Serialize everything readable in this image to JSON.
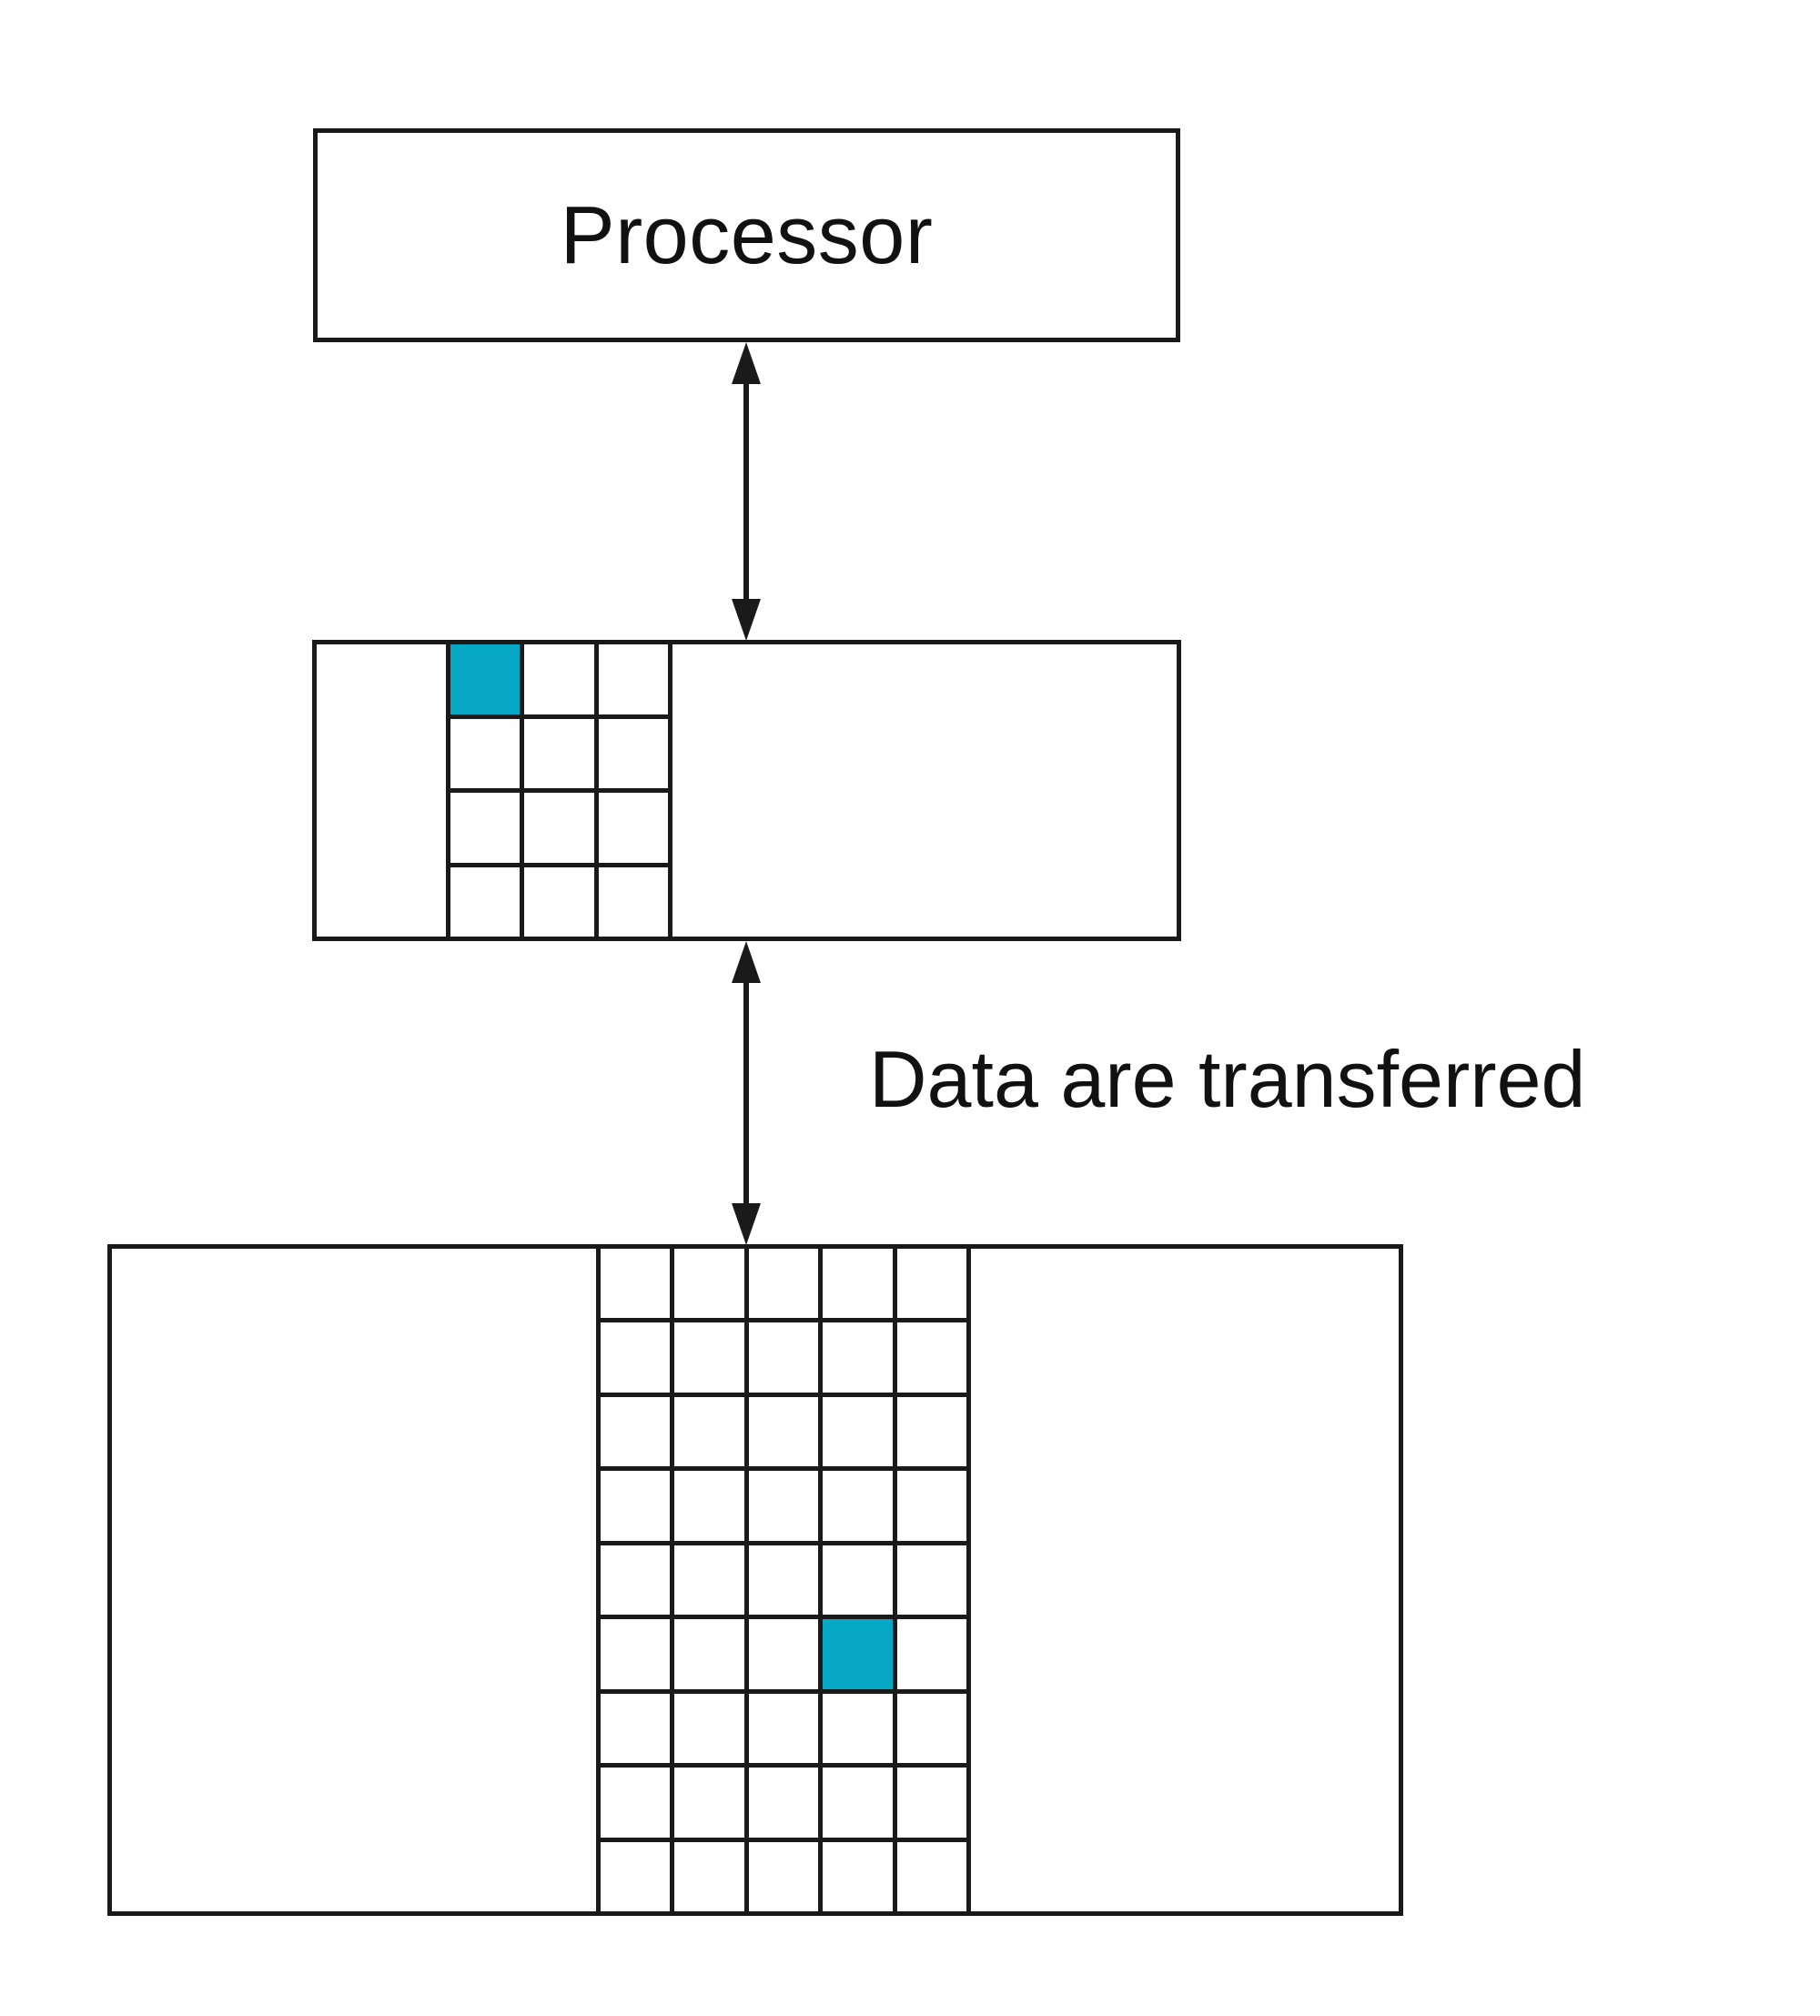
{
  "diagram": {
    "title": "Processor - Cache - Memory data transfer",
    "accent_color": "#07a8c6",
    "line_color": "#1a1a1a",
    "background_color": "#ffffff",
    "processor": {
      "label": "Processor"
    },
    "cache": {
      "label": "",
      "grid": {
        "columns": 3,
        "rows": 4,
        "highlighted_cells": [
          {
            "row": 1,
            "col": 1
          }
        ]
      }
    },
    "memory": {
      "label": "",
      "grid": {
        "columns": 5,
        "rows": 9,
        "highlighted_cells": [
          {
            "row": 6,
            "col": 4
          }
        ]
      }
    },
    "caption": "Data are transferred",
    "arrows": [
      {
        "name": "processor-cache",
        "direction": "bidirectional"
      },
      {
        "name": "cache-memory",
        "direction": "bidirectional"
      }
    ]
  }
}
